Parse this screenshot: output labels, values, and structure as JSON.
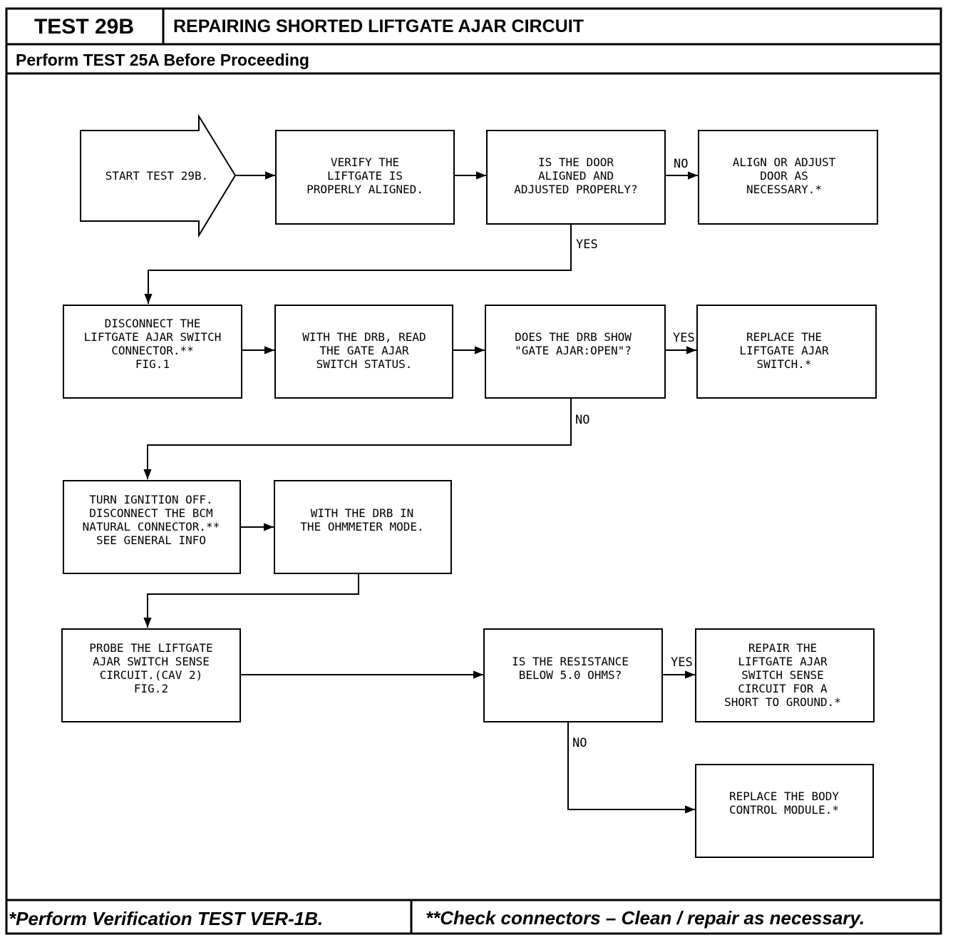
{
  "header": {
    "test_id": "TEST 29B",
    "title": "REPAIRING SHORTED LIFTGATE AJAR CIRCUIT",
    "subtitle": "Perform TEST 25A Before Proceeding"
  },
  "footer": {
    "left": "*Perform Verification TEST VER-1B.",
    "right": "**Check connectors – Clean / repair as necessary."
  },
  "nodes": {
    "start": [
      "START TEST 29B."
    ],
    "verify": [
      "VERIFY THE",
      "LIFTGATE IS",
      "PROPERLY ALIGNED."
    ],
    "q_door": [
      "IS THE DOOR",
      "ALIGNED AND",
      "ADJUSTED PROPERLY?"
    ],
    "align": [
      "ALIGN OR ADJUST",
      "DOOR AS",
      "NECESSARY.*"
    ],
    "disconnect_switch": [
      "DISCONNECT THE",
      "LIFTGATE AJAR SWITCH",
      "CONNECTOR.**",
      "",
      "FIG.1"
    ],
    "read_status": [
      "WITH THE DRB, READ",
      "THE GATE AJAR",
      "SWITCH STATUS."
    ],
    "q_drb": [
      "DOES THE DRB SHOW",
      "\"GATE AJAR:OPEN\"?"
    ],
    "replace_switch": [
      "REPLACE THE",
      "LIFTGATE AJAR",
      "SWITCH.*"
    ],
    "ignition_off": [
      "TURN IGNITION OFF.",
      "DISCONNECT THE BCM",
      "NATURAL CONNECTOR.**",
      "",
      "SEE GENERAL INFO"
    ],
    "ohmmeter": [
      "WITH THE DRB IN",
      "THE OHMMETER MODE."
    ],
    "probe": [
      "PROBE THE LIFTGATE",
      "AJAR SWITCH SENSE",
      "CIRCUIT.(CAV 2)",
      "",
      "FIG.2"
    ],
    "q_resistance": [
      "IS THE RESISTANCE",
      "BELOW 5.0 OHMS?"
    ],
    "repair_circuit": [
      "REPAIR THE",
      "LIFTGATE AJAR",
      "SWITCH SENSE",
      "CIRCUIT FOR A",
      "SHORT TO GROUND.*"
    ],
    "replace_bcm": [
      "REPLACE THE BODY",
      "CONTROL MODULE.*"
    ]
  },
  "edge_labels": {
    "door_no": "NO",
    "door_yes": "YES",
    "drb_yes": "YES",
    "drb_no": "NO",
    "res_yes": "YES",
    "res_no": "NO"
  }
}
